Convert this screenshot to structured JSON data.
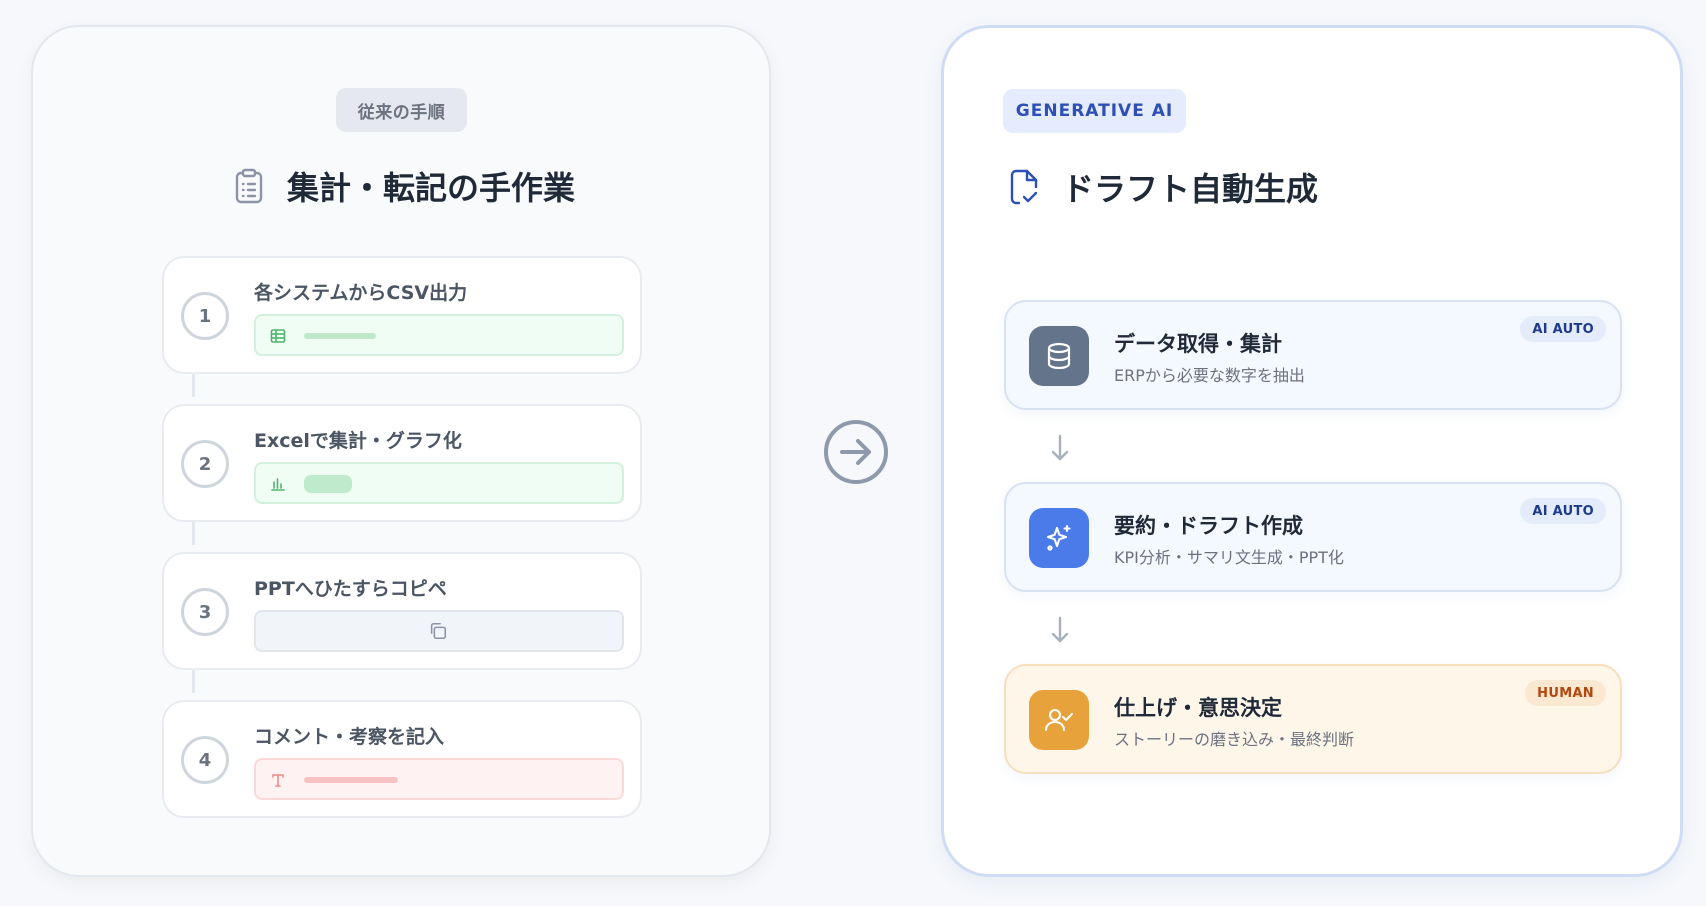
{
  "left_panel": {
    "badge": "従来の手順",
    "title": "集計・転記の手作業",
    "title_icon": "clipboard-icon",
    "steps": [
      {
        "number": "1",
        "label": "各システムからCSV出力",
        "icon": "table-icon"
      },
      {
        "number": "2",
        "label": "Excelで集計・グラフ化",
        "icon": "bar-chart-icon"
      },
      {
        "number": "3",
        "label": "PPTへひたすらコピペ",
        "icon": "copy-icon"
      },
      {
        "number": "4",
        "label": "コメント・考察を記入",
        "icon": "text-icon"
      }
    ]
  },
  "center": {
    "icon": "arrow-right-circle-icon"
  },
  "right_panel": {
    "badge": "GENERATIVE AI",
    "title": "ドラフト自動生成",
    "title_icon": "file-check-icon",
    "cards": [
      {
        "title": "データ取得・集計",
        "subtitle": "ERPから必要な数字を抽出",
        "tag": "AI AUTO",
        "icon": "database-icon",
        "icon_bg": "#64748b"
      },
      {
        "title": "要約・ドラフト作成",
        "subtitle": "KPI分析・サマリ文生成・PPT化",
        "tag": "AI AUTO",
        "icon": "sparkles-icon",
        "icon_bg": "#4a7be8"
      },
      {
        "title": "仕上げ・意思決定",
        "subtitle": "ストーリーの磨き込み・最終判断",
        "tag": "HUMAN",
        "icon": "user-check-icon",
        "icon_bg": "#e7a23b"
      }
    ]
  },
  "colors": {
    "ai_badge_text": "#2d4fb6",
    "ai_tag_bg": "#e4ebfa",
    "human_tag_text": "#b4470f",
    "human_card_bg": "#fff6ea"
  }
}
